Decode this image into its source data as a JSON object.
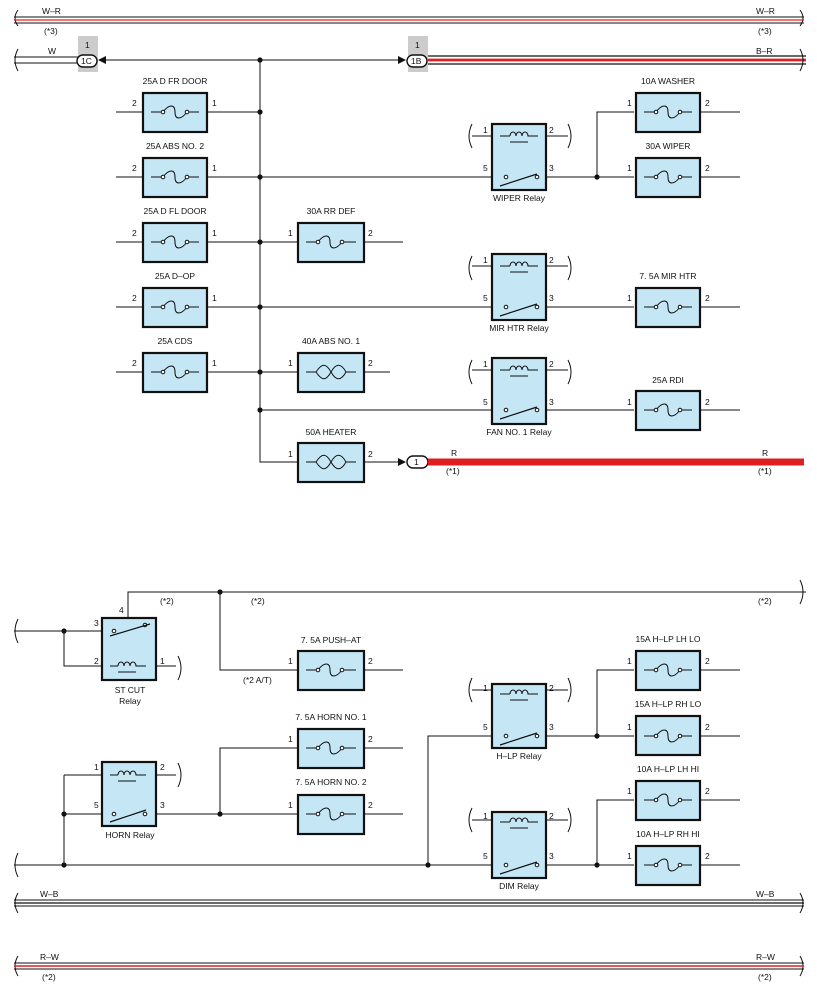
{
  "buses": {
    "top_wr": {
      "wire": "W–R",
      "note": "(*3)"
    },
    "w_left": {
      "wire": "W"
    },
    "br_right": {
      "wire": "B–R"
    },
    "r_line": {
      "wire": "R",
      "note": "(*1)"
    },
    "wb": {
      "wire": "W–B"
    },
    "rw": {
      "wire": "R–W",
      "note": "(*2)"
    },
    "lower_note": "(*2)"
  },
  "connectors": {
    "c1c": {
      "pin": "1",
      "id": "1C"
    },
    "c1b": {
      "pin": "1",
      "id": "1B"
    },
    "c1": {
      "id": "1"
    }
  },
  "fuses": {
    "d_fr_door": "25A D FR DOOR",
    "abs_no2": "25A ABS NO. 2",
    "d_fl_door": "25A D FL DOOR",
    "d_op": "25A D–OP",
    "cds": "25A CDS",
    "rr_def": "30A RR DEF",
    "abs_no1": "40A ABS NO. 1",
    "heater": "50A HEATER",
    "washer": "10A WASHER",
    "wiper": "30A WIPER",
    "mir_htr": "7. 5A MIR HTR",
    "rdi": "25A RDI",
    "push_at": "7. 5A PUSH–AT",
    "horn_no1": "7. 5A HORN NO. 1",
    "horn_no2": "7. 5A HORN NO. 2",
    "hlp_lh_lo": "15A H–LP LH LO",
    "hlp_rh_lo": "15A H–LP RH LO",
    "hlp_lh_hi": "10A H–LP LH HI",
    "hlp_rh_hi": "10A H–LP RH HI"
  },
  "relays": {
    "wiper": "WIPER Relay",
    "mir_htr": "MIR HTR Relay",
    "fan_no1": "FAN NO. 1 Relay",
    "st_cut_1": "ST CUT",
    "st_cut_2": "Relay",
    "horn": "HORN Relay",
    "hlp": "H–LP Relay",
    "dim": "DIM Relay"
  },
  "notes": {
    "push_at": "(*2 A/T)",
    "st_cut": "(*2)"
  },
  "pins": {
    "p1": "1",
    "p2": "2",
    "p3": "3",
    "p4": "4",
    "p5": "5"
  },
  "colors": {
    "box_fill": "#c4e6f5",
    "red_wire": "#e02020",
    "connector_bg": "#cccccc"
  }
}
